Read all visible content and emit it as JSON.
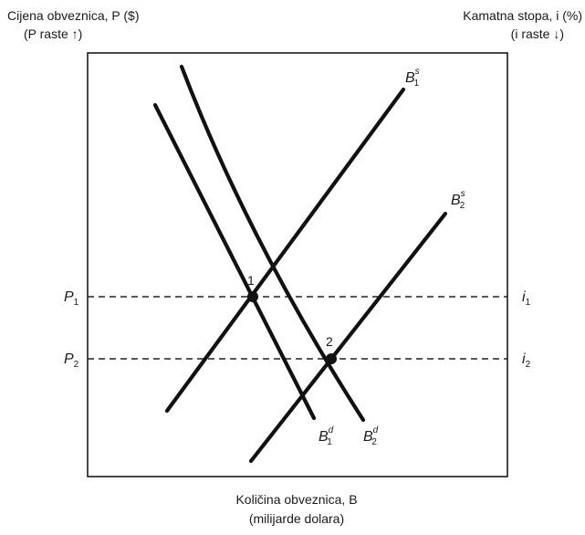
{
  "axes": {
    "left_title": "Cijena obveznica, P ($)",
    "left_subtitle": "(P raste ↑)",
    "right_title": "Kamatna stopa, i (%)",
    "right_subtitle": "(i raste ↓)",
    "bottom_title": "Količina obveznica, B",
    "bottom_subtitle": "(milijarde dolara)"
  },
  "levels": {
    "p1": {
      "sym": "P",
      "sub": "1"
    },
    "p2": {
      "sym": "P",
      "sub": "2"
    },
    "i1": {
      "sym": "i",
      "sub": "1"
    },
    "i2": {
      "sym": "i",
      "sub": "2"
    }
  },
  "curves": {
    "bs1": {
      "sym": "B",
      "sup": "s",
      "sub": "1"
    },
    "bs2": {
      "sym": "B",
      "sup": "s",
      "sub": "2"
    },
    "bd1": {
      "sym": "B",
      "sup": "d",
      "sub": "1"
    },
    "bd2": {
      "sym": "B",
      "sup": "d",
      "sub": "2"
    }
  },
  "points": {
    "p1": "1",
    "p2": "2"
  }
}
